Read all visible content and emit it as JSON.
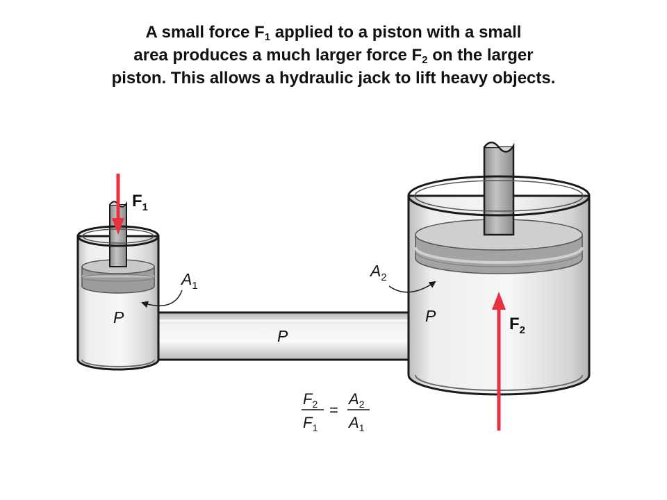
{
  "caption": {
    "line1": {
      "pre": "A small force F",
      "sub": "1",
      "post": " applied to a piston with a small"
    },
    "line2": {
      "pre": "area produces a much larger force F",
      "sub": "2",
      "post": " on the larger"
    },
    "line3": "piston. This allows a hydraulic jack to lift heavy objects."
  },
  "labels": {
    "force_small": {
      "main": "F",
      "sub": "1"
    },
    "force_large": {
      "main": "F",
      "sub": "2"
    },
    "area_small": {
      "main": "A",
      "sub": "1"
    },
    "area_large": {
      "main": "A",
      "sub": "2"
    },
    "pressure": "P"
  },
  "equation": {
    "left_num": {
      "main": "F",
      "sub": "2"
    },
    "left_den": {
      "main": "F",
      "sub": "1"
    },
    "equals": "=",
    "right_num": {
      "main": "A",
      "sub": "2"
    },
    "right_den": {
      "main": "A",
      "sub": "1"
    }
  },
  "colors": {
    "force_arrow": "#e8323f",
    "cylinder_fill": "#e6e6e6",
    "cylinder_outline": "#1a1a1a",
    "piston_fill": "#9a9a9a",
    "rod_fill": "#a8a8a8"
  }
}
